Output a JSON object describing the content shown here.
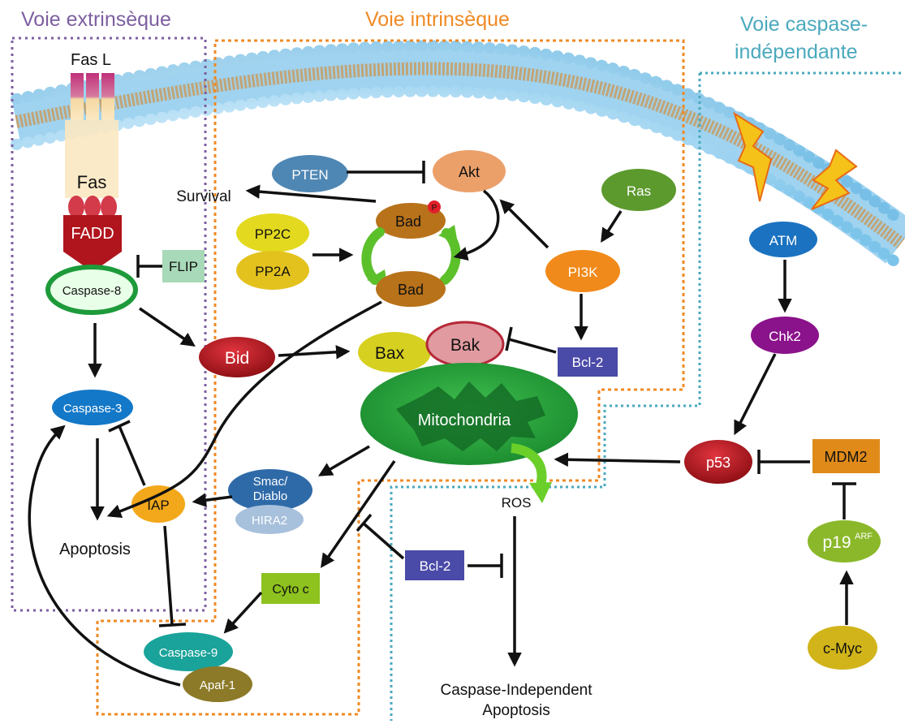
{
  "headers": {
    "extrinsic": "Voie extrinsèque",
    "intrinsic": "Voie intrinsèque",
    "independent_line1": "Voie caspase-",
    "independent_line2": "indépendante"
  },
  "labels": {
    "fasl": "Fas L",
    "fas": "Fas",
    "fadd": "FADD",
    "flip": "FLIP",
    "caspase8": "Caspase-8",
    "bid": "Bid",
    "caspase3": "Caspase-3",
    "iap": "IAP",
    "apoptosis": "Apoptosis",
    "pten": "PTEN",
    "akt": "Akt",
    "ras": "Ras",
    "survival": "Survival",
    "bad_p": "Bad",
    "phospho": "P",
    "pp2c": "PP2C",
    "pp2a": "PP2A",
    "bad": "Bad",
    "pi3k": "PI3K",
    "bax": "Bax",
    "bak": "Bak",
    "bcl2_top": "Bcl-2",
    "mitochondria": "Mitochondria",
    "smac_line1": "Smac/",
    "smac_line2": "Diablo",
    "hira2": "HIRA2",
    "ros": "ROS",
    "bcl2_bottom": "Bcl-2",
    "cytoc": "Cyto c",
    "caspase9": "Caspase-9",
    "apaf1": "Apaf-1",
    "ci_apoptosis_line1": "Caspase-Independent",
    "ci_apoptosis_line2": "Apoptosis",
    "atm": "ATM",
    "chk2": "Chk2",
    "p53": "p53",
    "mdm2": "MDM2",
    "p19": "p19",
    "arf": "ARF",
    "cmyc": "c-Myc"
  },
  "colors": {
    "extrinsic_box": "#7d5fa0",
    "intrinsic_box": "#f08a24",
    "independent_box": "#4aa9bd"
  }
}
